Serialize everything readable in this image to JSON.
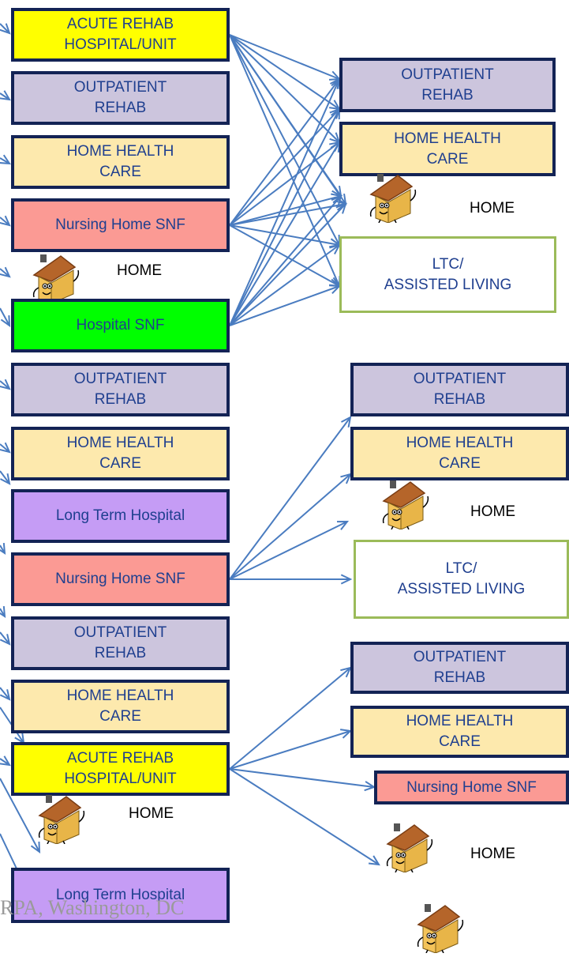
{
  "colors": {
    "arrow": "#4a7cc0",
    "box_border": "#132355",
    "ltc_border": "#9bbb59",
    "text": "#1f3f8f"
  },
  "left_column": [
    {
      "lines": [
        "ACUTE REHAB",
        "HOSPITAL/UNIT"
      ],
      "fill": "#ffff00"
    },
    {
      "lines": [
        "OUTPATIENT",
        "REHAB"
      ],
      "fill": "#ccc5dd"
    },
    {
      "lines": [
        "HOME HEALTH",
        "CARE"
      ],
      "fill": "#fde9ad"
    },
    {
      "lines": [
        "Nursing Home SNF"
      ],
      "fill": "#fb9a94"
    },
    {
      "home": "HOME",
      "icon": "house-character-icon"
    },
    {
      "lines": [
        "Hospital SNF"
      ],
      "fill": "#00ff00"
    },
    {
      "lines": [
        "OUTPATIENT",
        "REHAB"
      ],
      "fill": "#ccc5dd"
    },
    {
      "lines": [
        "HOME HEALTH",
        "CARE"
      ],
      "fill": "#fde9ad"
    },
    {
      "lines": [
        "Long Term Hospital"
      ],
      "fill": "#c59cf5"
    },
    {
      "lines": [
        "Nursing Home SNF"
      ],
      "fill": "#fb9a94"
    },
    {
      "lines": [
        "OUTPATIENT",
        "REHAB"
      ],
      "fill": "#ccc5dd"
    },
    {
      "lines": [
        "HOME HEALTH",
        "CARE"
      ],
      "fill": "#fde9ad"
    },
    {
      "lines": [
        "ACUTE REHAB",
        "HOSPITAL/UNIT"
      ],
      "fill": "#ffff00"
    },
    {
      "home": "HOME",
      "icon": "house-character-icon"
    },
    {
      "lines": [
        "Long Term Hospital"
      ],
      "fill": "#c59cf5"
    }
  ],
  "right_group_1": [
    {
      "lines": [
        "OUTPATIENT",
        "REHAB"
      ],
      "fill": "#ccc5dd"
    },
    {
      "lines": [
        "HOME HEALTH",
        "CARE"
      ],
      "fill": "#fde9ad"
    },
    {
      "home": "HOME",
      "icon": "house-character-icon"
    },
    {
      "lines": [
        "LTC/",
        "ASSISTED LIVING"
      ],
      "fill": "#ffffff"
    }
  ],
  "right_group_2": [
    {
      "lines": [
        "OUTPATIENT",
        "REHAB"
      ],
      "fill": "#ccc5dd"
    },
    {
      "lines": [
        "HOME HEALTH",
        "CARE"
      ],
      "fill": "#fde9ad"
    },
    {
      "home": "HOME",
      "icon": "house-character-icon"
    },
    {
      "lines": [
        "LTC/",
        "ASSISTED LIVING"
      ],
      "fill": "#ffffff"
    }
  ],
  "right_group_3": [
    {
      "lines": [
        "OUTPATIENT",
        "REHAB"
      ],
      "fill": "#ccc5dd"
    },
    {
      "lines": [
        "HOME HEALTH",
        "CARE"
      ],
      "fill": "#fde9ad"
    },
    {
      "lines": [
        "Nursing Home SNF"
      ],
      "fill": "#fb9a94"
    },
    {
      "home": "HOME",
      "icon": "house-character-icon"
    }
  ],
  "watermark": "RPA, Washington, DC"
}
